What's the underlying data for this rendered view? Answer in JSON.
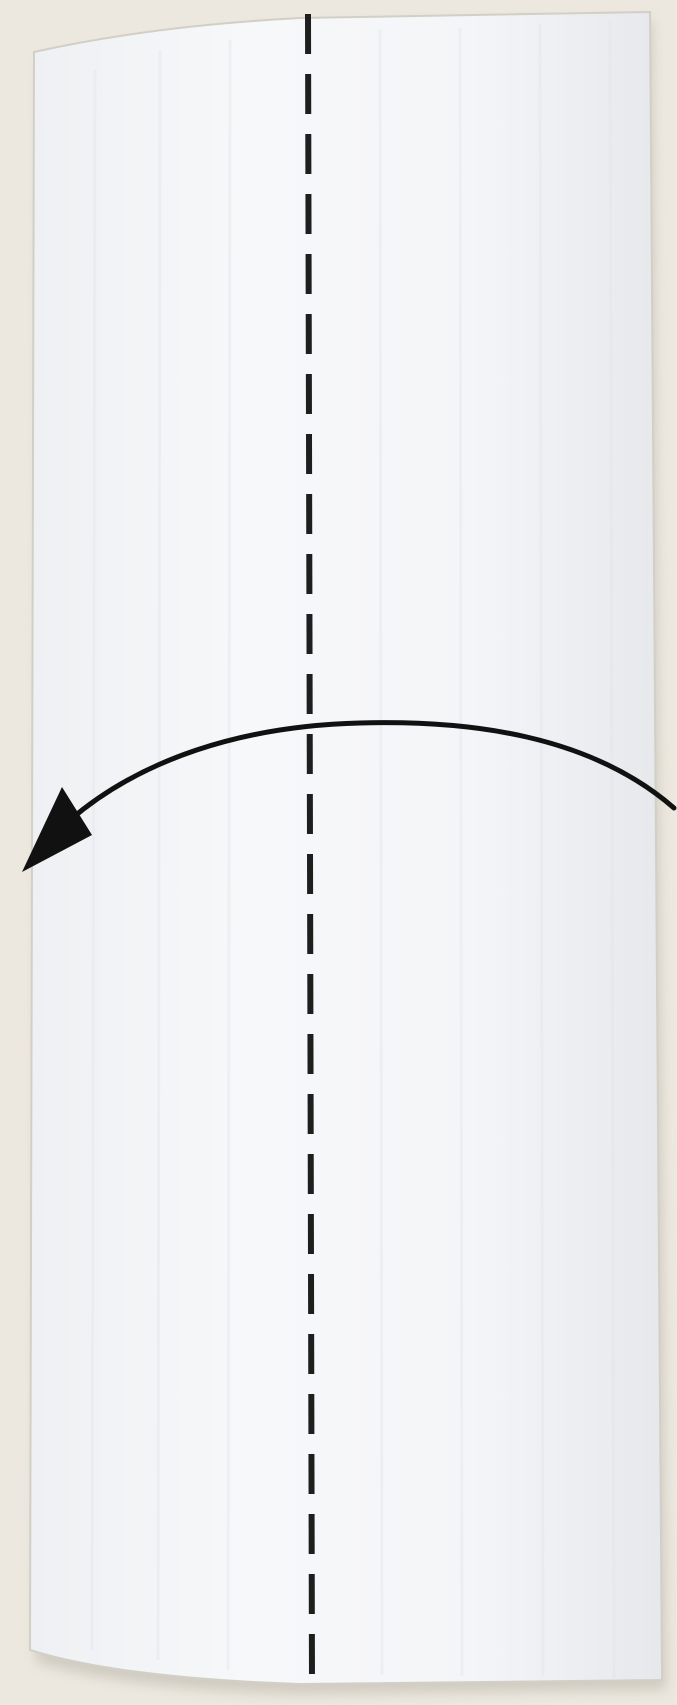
{
  "diagram": {
    "colors": {
      "background": "#ece8df",
      "paper": "#f6f7f9",
      "paper_shade": "#e9ebef",
      "paper_edge": "#c9c6bd",
      "fold_line": "#1e1e1e",
      "arrow": "#111111"
    },
    "fold": {
      "kind": "valley-fold",
      "line_style": "dashed",
      "direction": "right-to-left"
    },
    "icons": [
      "dashed-fold-line",
      "curved-fold-arrow"
    ]
  }
}
